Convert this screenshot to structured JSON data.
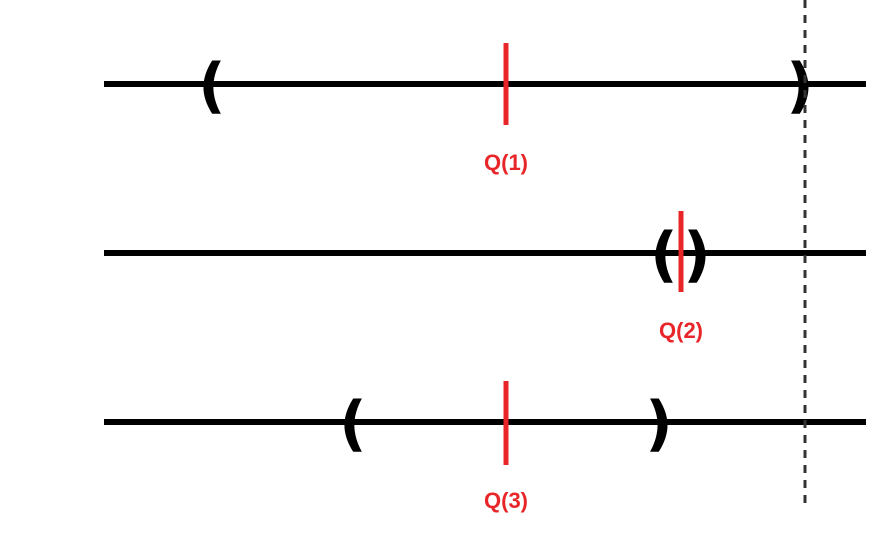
{
  "diagram": {
    "rows": [
      {
        "q_label": "Q(1)",
        "left_bracket": "(",
        "right_bracket": ")"
      },
      {
        "q_label": "Q(2)",
        "left_bracket": "(",
        "right_bracket": ")"
      },
      {
        "q_label": "Q(3)",
        "left_bracket": "(",
        "right_bracket": ")"
      }
    ],
    "colors": {
      "axis": "#000000",
      "marker": "#e8262a",
      "dashed_reference": "#333333"
    }
  }
}
